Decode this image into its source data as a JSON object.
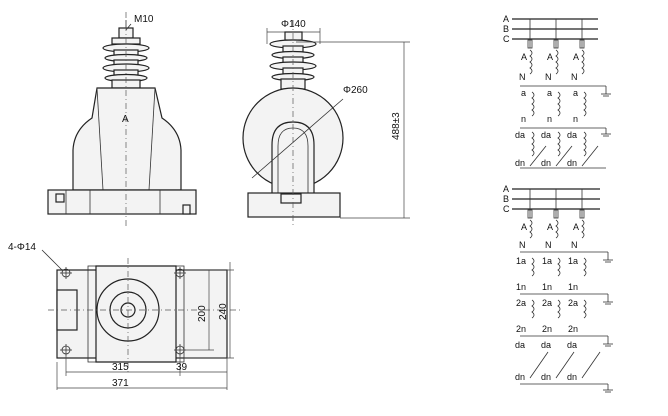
{
  "front_view": {
    "terminal_label": "M10",
    "primary_marker": "A"
  },
  "side_view": {
    "top_diameter": "Φ140",
    "ring_diameter": "Φ260",
    "height": "488±3"
  },
  "plan_view": {
    "holes": "4-Φ14",
    "width_200": "200",
    "width_240": "240",
    "len_315": "315",
    "len_39": "39",
    "len_371": "371"
  },
  "schematic_top": {
    "phases": [
      "A",
      "B",
      "C"
    ],
    "primary_top": "A",
    "primary_bottom": "N",
    "sec1_top": "a",
    "sec1_bottom": "n",
    "sec2_top": "da",
    "sec2_bottom": "dn"
  },
  "schematic_bottom": {
    "phases": [
      "A",
      "B",
      "C"
    ],
    "primary_top": "A",
    "primary_bottom": "N",
    "sec1_top": "1a",
    "sec1_bottom": "1n",
    "sec2_top": "2a",
    "sec2_bottom": "2n",
    "sec3_top": "da",
    "sec3_bottom": "dn"
  }
}
